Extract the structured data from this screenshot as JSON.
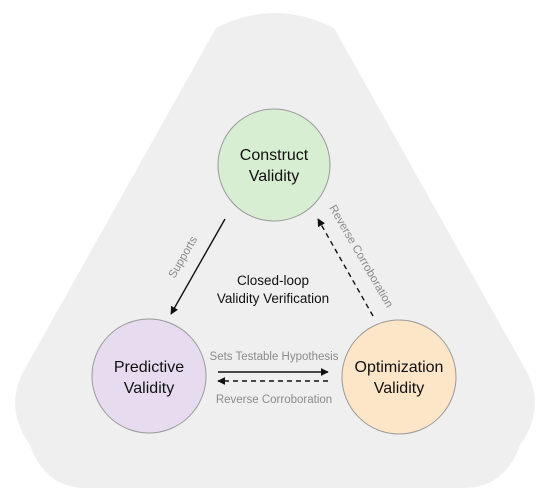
{
  "colors": {
    "background_triangle": "#efefef",
    "construct_fill": "#d8eed3",
    "predictive_fill": "#e7dcef",
    "optimization_fill": "#fde5c8",
    "node_stroke": "#9a9a9a",
    "label_dark": "#111111",
    "label_gray": "#8a8a8a",
    "arrow_dark": "#111111"
  },
  "nodes": {
    "construct": {
      "line1": "Construct",
      "line2": "Validity"
    },
    "predictive": {
      "line1": "Predictive",
      "line2": "Validity"
    },
    "optimization": {
      "line1": "Optimization",
      "line2": "Validity"
    }
  },
  "center_label": {
    "line1": "Closed-loop",
    "line2": "Validity Verification"
  },
  "edges": {
    "supports": "Supports",
    "reverse_right": "Reverse Corroboration",
    "sets_testable": "Sets Testable Hypothesis",
    "reverse_bottom": "Reverse Corroboration"
  }
}
